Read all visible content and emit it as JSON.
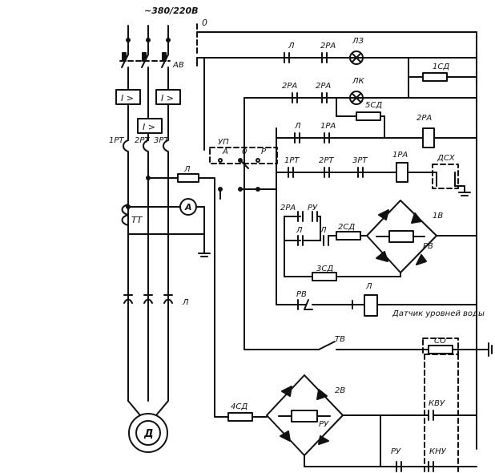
{
  "diagram": {
    "supply": "~380/220В",
    "zero": "0",
    "labels": {
      "AB": "АВ",
      "RT1": "1РТ",
      "RT2": "2РТ",
      "RT3": "3РТ",
      "TT": "ТТ",
      "A": "А",
      "L_fuse": "Л",
      "L_main": "Л",
      "UP": "УП",
      "UP_A": "А",
      "UP_O": "0",
      "UP_R": "Р",
      "L_r1": "Л",
      "RA2_r1": "2РА",
      "LZ": "ЛЗ",
      "SD1": "1СД",
      "RA2_r2a": "2РА",
      "RA2_r2b": "2РА",
      "LK": "ЛК",
      "SD5": "5СД",
      "L_r3": "Л",
      "RA1_r3": "1РА",
      "RA2_coil": "2РА",
      "RT1_r4": "1РТ",
      "RT2_r4": "2РТ",
      "RT3_r4": "3РТ",
      "RA1_coil": "1РА",
      "DSX": "ДСХ",
      "RA2_r5": "2РА",
      "RU_r5": "РУ",
      "L_r5": "Л",
      "L_r5b": "Л",
      "SD2": "2СД",
      "V1": "1В",
      "RV": "РВ",
      "SD3": "3СД",
      "RV_c": "РВ",
      "L_coil": "Л",
      "sensor": "Датчик уровней воды",
      "TV": "ТВ",
      "SO": "СО",
      "SD4": "4СД",
      "V2": "2В",
      "RU": "РУ",
      "KVU": "КВУ",
      "RU_b": "РУ",
      "KNU": "КНУ",
      "motor": "Д"
    }
  }
}
